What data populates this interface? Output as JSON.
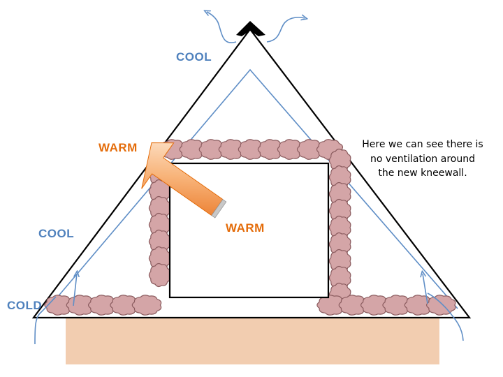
{
  "labels": {
    "cool_top": "COOL",
    "warm_top": "WARM",
    "warm_room": "WARM",
    "cool_left": "COOL",
    "cold": "COLD"
  },
  "note": {
    "lines": [
      "Here we can see there is",
      "no ventilation around",
      "the new kneewall."
    ]
  },
  "colors": {
    "roof_line": "#000000",
    "airflow": "#5f8ec6",
    "cool_label": "#4f81bd",
    "warm_label": "#e46c0a",
    "insulation_fill": "#d4a5a7",
    "insulation_outline": "#8b5c5f",
    "foundation": "#f2cdb0",
    "heat_arrow_light": "#fbd7b5",
    "heat_arrow_dark": "#e46c0a"
  }
}
